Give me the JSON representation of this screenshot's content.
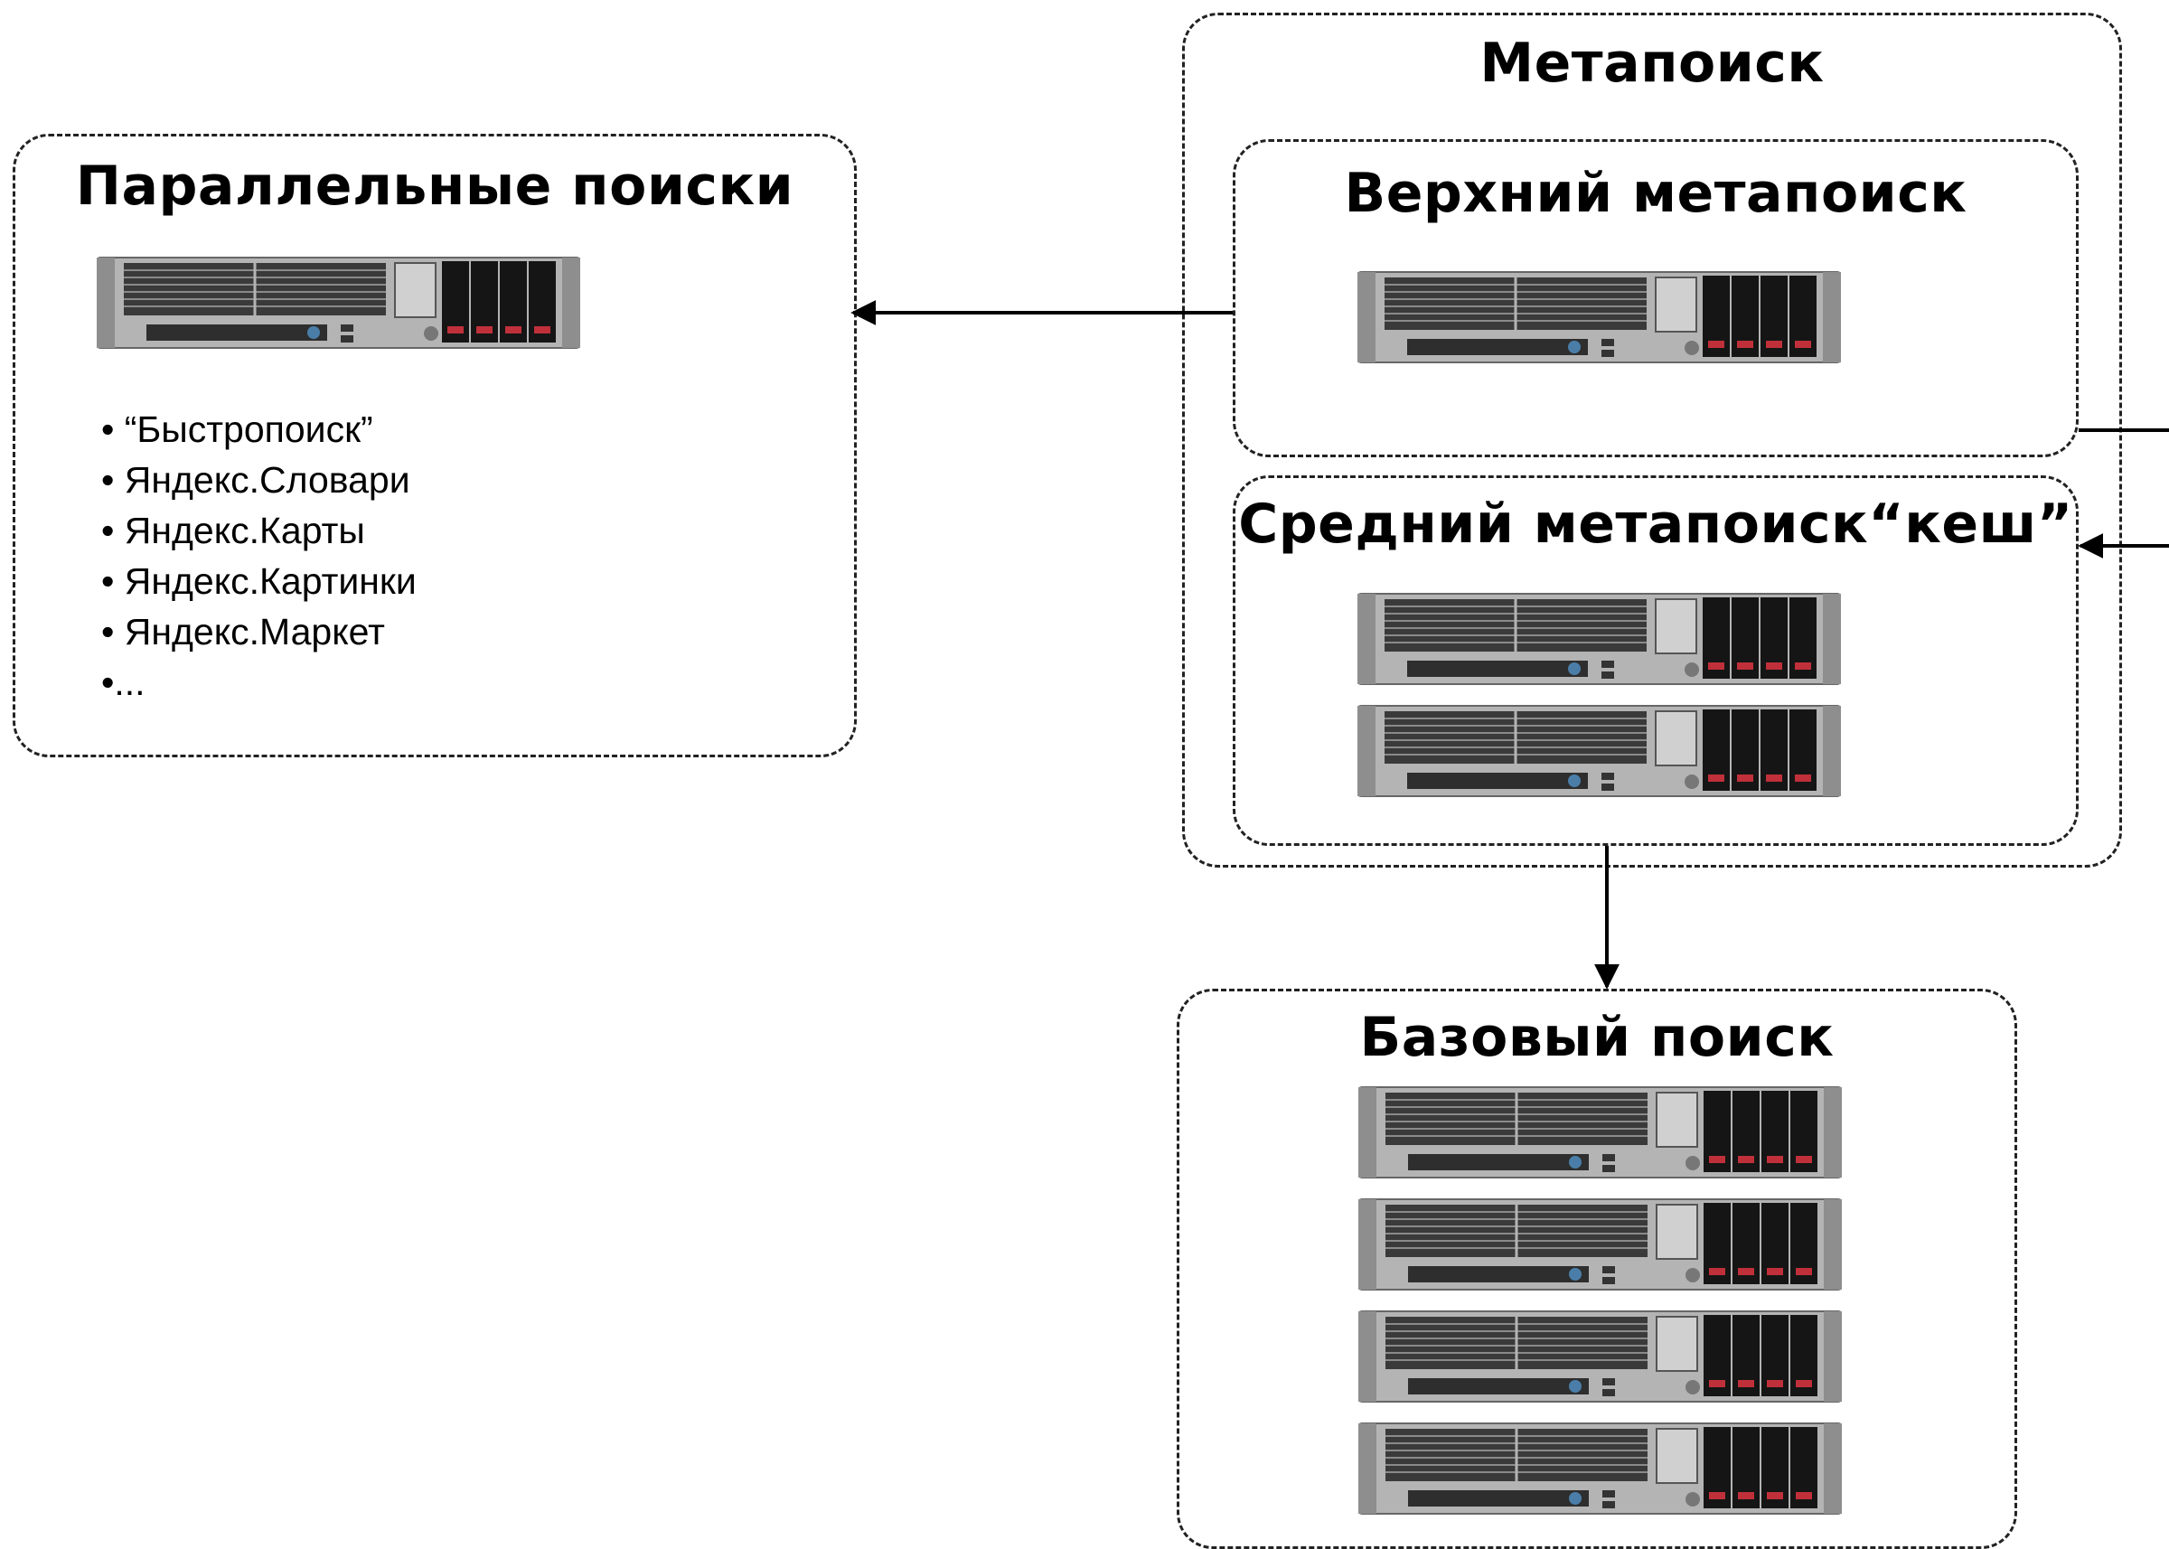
{
  "diagram": {
    "metasearch": {
      "title": "Метапоиск"
    },
    "upper_metasearch": {
      "title": "Верхний метапоиск",
      "servers": 1
    },
    "middle_metasearch": {
      "title": "Средний метапоиск“кеш”",
      "servers": 2
    },
    "parallel_searches": {
      "title": "Параллельные поиски",
      "servers": 1,
      "items": [
        "•  “Быстропоиск”",
        "• Яндекс.Словари",
        "• Яндекс.Карты",
        "• Яндекс.Картинки",
        "• Яндекс.Маркет",
        "•..."
      ]
    },
    "base_search": {
      "title": "Базовый поиск",
      "servers": 4
    },
    "colors": {
      "border": "#222222",
      "server_body": "#a9a9a9",
      "drive_red": "#c0303a"
    },
    "icons": [
      "server-rack-icon",
      "arrow-icon"
    ]
  }
}
